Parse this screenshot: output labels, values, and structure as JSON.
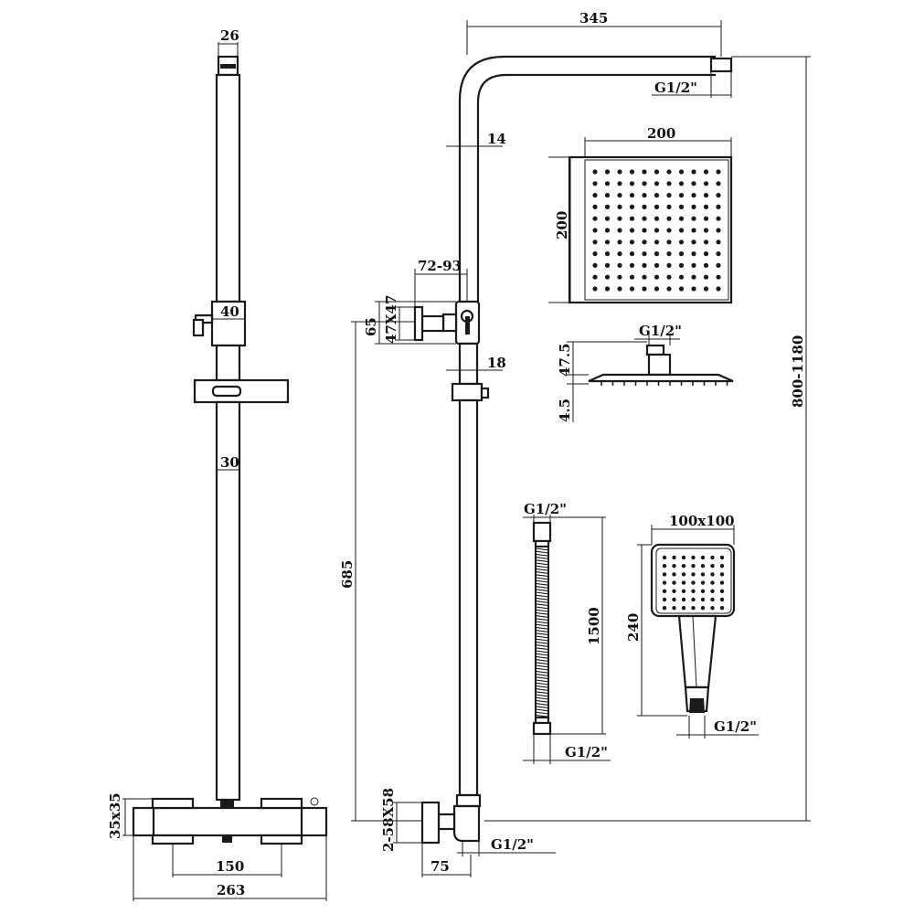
{
  "dimensions": {
    "rail_top_width": "26",
    "bracket_width": "40",
    "rail_diameter": "30",
    "valve_centers": "150",
    "valve_width": "263",
    "valve_knob": "35x35",
    "arm_reach": "345",
    "head_inlet": "G1/2\"",
    "arm_diameter": "14",
    "bracket_offset": "72-93",
    "bracket_height": "65",
    "bracket_plate": "47X47",
    "slider_width": "18",
    "rail_length": "685",
    "valve_plate": "2-58X58",
    "valve_inlet": "G1/2\"",
    "valve_projection": "75",
    "head_width": "200",
    "head_height": "200",
    "head_connector": "G1/2\"",
    "head_connector_height": "47.5",
    "head_thickness": "4.5",
    "total_height": "800-1180",
    "hose_top": "G1/2\"",
    "hose_length": "1500",
    "hose_bottom": "G1/2\"",
    "handset_face": "100x100",
    "handset_length": "240",
    "handset_inlet": "G1/2\""
  }
}
